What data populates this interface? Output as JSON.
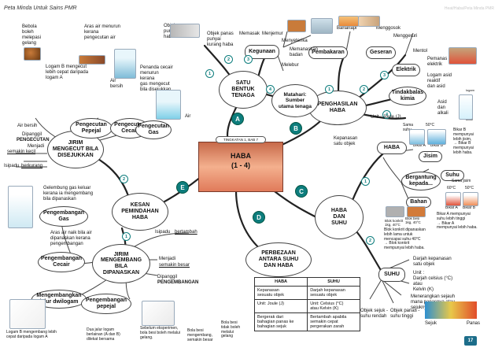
{
  "header": {
    "title": "Peta Minda Untuk Sains PMR",
    "right_mark": "Heat/Haba/Peta Minda PMR"
  },
  "center": {
    "tag": "TINGKATAN 1, BAB 7",
    "title": "HABA",
    "subtitle": "(1 - 4)"
  },
  "branches": {
    "A": "A",
    "B": "B",
    "C": "C",
    "D": "D",
    "E": "E"
  },
  "nodes": {
    "sumber": "SATU\nBENTUK\nTENAGA",
    "pengharaban": "PENGHASILAN\nHABA",
    "haba_dan_suhu": "HABA\nDAN\nSUHU",
    "perbezaan": "PERBEZAAN\nANTARA SUHU\nDAN HABA",
    "kesan": "KESAN\nPEMINDAHAN\nHABA",
    "jirim_sejuk": "JIRIM\nMENGECUT BILA\nDISEJUKKAN",
    "jirim_panas": "JIRIM\nMENGEMBANG\nBILA\nDIPANASKAN",
    "pengecutan_pepejal": "Pengecutan\nPepejal",
    "pengecutan_cecair": "Pengecutan\nCecair",
    "pengecutan_gas": "Pengecutan\nGas",
    "pengembangan_gas": "Pengembangan\nGas",
    "pengembangan_cecair": "Pengembangan\nCecair",
    "pengembangan_jalur": "Mengembangkan\njalur dwilogam",
    "pengembangan_pepejal": "Pengembangan\npepejal",
    "matahari": "Matahari:\nSumber\nutama tenaga",
    "kegunaan": "Kegunaan",
    "pembakaran": "Pembakaran",
    "geseran": "Geseran",
    "elektrik": "Elektrik",
    "tindakbalas": "Tindakbalas\nkimia",
    "haba_small": "HABA",
    "jisim": "Jisim",
    "suhu_node": "Suhu",
    "bahan": "Bahan",
    "berganting": "Bergantung\nkepada...",
    "suhu_big": "SUHU"
  },
  "labels": {
    "bebola": "Bebola\nboleh\nmelepasi\ngelang",
    "air_merurun": "Aras air menurun\nkerana\npengecutan air",
    "logam_b": "Logam B mengecut\nlebih cepat daripada\nlogam A",
    "air_bersih": "Air\nbersih",
    "penanda": "Penanda cecair\nmenurun\nkerana\ngas mengecut\nbila disejukkan",
    "air_bersih2": "Air bersih",
    "air_label": "Air",
    "dipanggil_pengecutan": "Dipanggil",
    "pengecutan_word": "PENGECUTAN",
    "menjadi_kecil": "Menjadi",
    "semakin_kecil": "semakin kecil",
    "isipadu_berkurang": "Isipadu",
    "berkurang": "berkurang",
    "gelembung": "Gelembung gas keluar\nkerana ia mengembang\nbila dipanaskan",
    "aras_naik": "Aras air naik bila air\ndipanaskan kerana\npengembangan",
    "isipadu_bertambah": "Isipadu",
    "bertambah": "bertambah",
    "menjadi_besar": "Menjadi",
    "semakin_besar": "semakin besar",
    "dipanggil_pengembangan": "Dipanggil",
    "pengembangan_word": "PENGEMBANGAN",
    "logam_lebih": "Logam B mengembang lebih\ncepat daripada logam A",
    "dua_jalur": "Dua jalur logam\nberlainan (A dan B)\ndilekat bersama",
    "sebelum": "Sebelum eksperimen,\nbola besi boleh melalui\ngelang.",
    "bola_besi_mengembang": "Bola besi\nmengembang,\nsemakin besar",
    "bola_besi_tidak": "Bola besi\ntidak boleh\nmelalui\ngelang",
    "objek_panas": "Objek panas\npunyai lebih\nhaba",
    "objek_panas_kurang": "Objek panas\npunyai\nkurang haba",
    "memasak": "Memasak",
    "menjemur": "Menjemur",
    "menyeterika": "Menyeterika",
    "memanaskan_badan": "Memanaskan\nbadan",
    "melebur": "Melebur",
    "bahanapi": "Bahanapi",
    "menggosok": "Menggosok",
    "menggeruri": "Menggeruri",
    "mentol": "Mentol",
    "pemanas": "Pemanas\nelektrik",
    "logam_asid": "Logam asid\nreaktif\ndan asid",
    "asid_alkali": "Asid\ndan\nalkali",
    "logam_small": "logam",
    "alkali_small": "alkali",
    "unit_joule": "Unit : Joule (J)",
    "kepanasan": "Kepanasan\nsatu objek",
    "sama_suhu": "Sama\nsuhu",
    "suhu_50": "50°C",
    "bikar_a": "Bikar A",
    "bikar_b": "Bikar B",
    "bikar_b_text": "Bikar B\nmempunyai\nlebih jisim,\n→ Bikar B\nmempunyai\nlebih haba.",
    "sama_jisim": "Sama jisim",
    "suhu_60": "60°C",
    "suhu_50b": "50°C",
    "bikar_a2": "Bikar A",
    "bikar_b2": "Bikar B",
    "bikar_a_text": "Bikar A mempunyai\nsuhu lebih tinggi\n→ Bikar A\nmempunyai lebih haba.",
    "blok_konkrit": "Blok konkrit\n1kg, 40°C",
    "blok_besi": "Blok besi\n1kg, 40°C",
    "blok_text": "Blok konkrit dipanaskan\nlebih lama untuk\nmencapai suhu 40°C\n→ Blok konkrit\nmempunyai lebih haba.",
    "darjah_kepanasan": "Darjah kepanasan\nsatu objek",
    "unit_suhu": "Unit :\nDarjah celsius (°C)\natau\nKelvin (K)",
    "menerangkan": "Menerangkan sejauh\nmana panasnya atau\nsejuknya sesuatu objek",
    "objek_sejuk": "Objek sejuk -\nsuhu rendah",
    "objek_panas_suhu": "Objek panas -\nsuhu tinggi",
    "sejuk": "Sejuk",
    "panas": "Panas"
  },
  "comparison_table": {
    "headers": [
      "HABA",
      "SUHU"
    ],
    "rows": [
      [
        "Kepanasan\nsesuatu objek",
        "Darjah kepanasan\nsesuatu objek"
      ],
      [
        "Unit: Joule (J)",
        "Unit: Celsius (°C)\natau Kelvin (K)"
      ],
      [
        "Bergerak dari\nbahagian panas ke\nbahagian sejuk",
        "Bertambah apabila\nsemakin cepat\npergerakan zarah"
      ]
    ]
  },
  "page_number": "17",
  "colors": {
    "teal": "#0d7d7d",
    "center_fill": "#f4b08e",
    "page_badge": "#1c6d8a"
  }
}
